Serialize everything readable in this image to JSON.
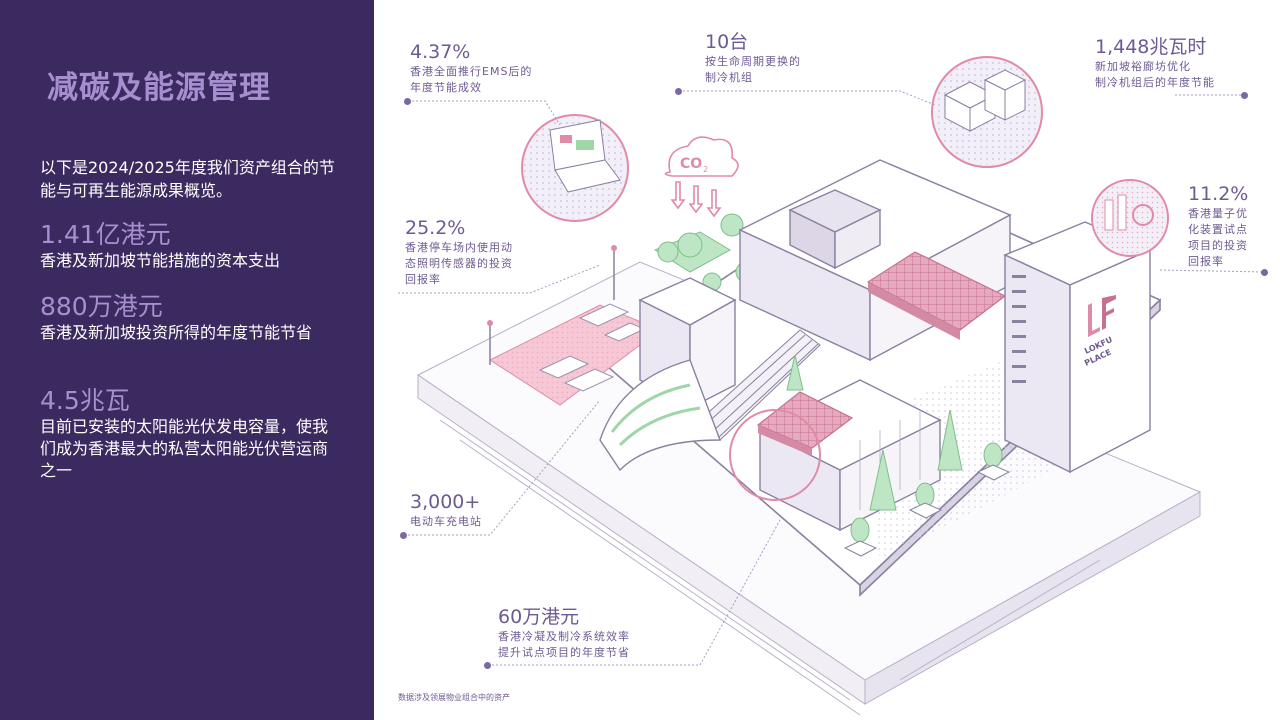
{
  "sidebar": {
    "title": "减碳及能源管理",
    "intro": "以下是2024/2025年度我们资产组合的节能与可再生能源成果概览。",
    "stats": [
      {
        "value": "1.41亿港元",
        "desc": "香港及新加坡节能措施的资本支出"
      },
      {
        "value": "880万港元",
        "desc": "香港及新加坡投资所得的年度节能节省"
      },
      {
        "value": "4.5兆瓦",
        "desc": "目前已安装的太阳能光伏发电容量，使我们成为香港最大的私营太阳能光伏营运商之一"
      }
    ]
  },
  "callouts": {
    "ems": {
      "value": "4.37%",
      "desc1": "香港全面推行EMS后的",
      "desc2": "年度节能成效"
    },
    "chillers": {
      "value": "10台",
      "desc1": "按生命周期更换的",
      "desc2": "制冷机组"
    },
    "sg_chiller": {
      "value": "1,448兆瓦时",
      "desc1": "新加坡裕廊坊优化",
      "desc2": "制冷机组后的年度节能"
    },
    "parking": {
      "value": "25.2%",
      "desc1": "香港停车场内使用动",
      "desc2": "态照明传感器的投资",
      "desc3": "回报率"
    },
    "quantum": {
      "value": "11.2%",
      "desc1": "香港量子优",
      "desc2": "化装置试点",
      "desc3": "项目的投资",
      "desc4": "回报率"
    },
    "ev": {
      "value": "3,000+",
      "desc1": "电动车充电站"
    },
    "cooling": {
      "value": "60万港元",
      "desc1": "香港冷凝及制冷系统效率",
      "desc2": "提升试点项目的年度节省"
    }
  },
  "illustration": {
    "co2_label": "CO",
    "co2_sub": "2",
    "sign_line1": "LOKFU",
    "sign_line2": "PLACE"
  },
  "footnote": "数据涉及领展物业组合中的资产",
  "colors": {
    "sidebar_bg": "#3b2a5f",
    "accent_lavender": "#a78ecf",
    "callout_text": "#6e5a92",
    "pink": "#e08aa8",
    "green": "#9fd6a8"
  }
}
